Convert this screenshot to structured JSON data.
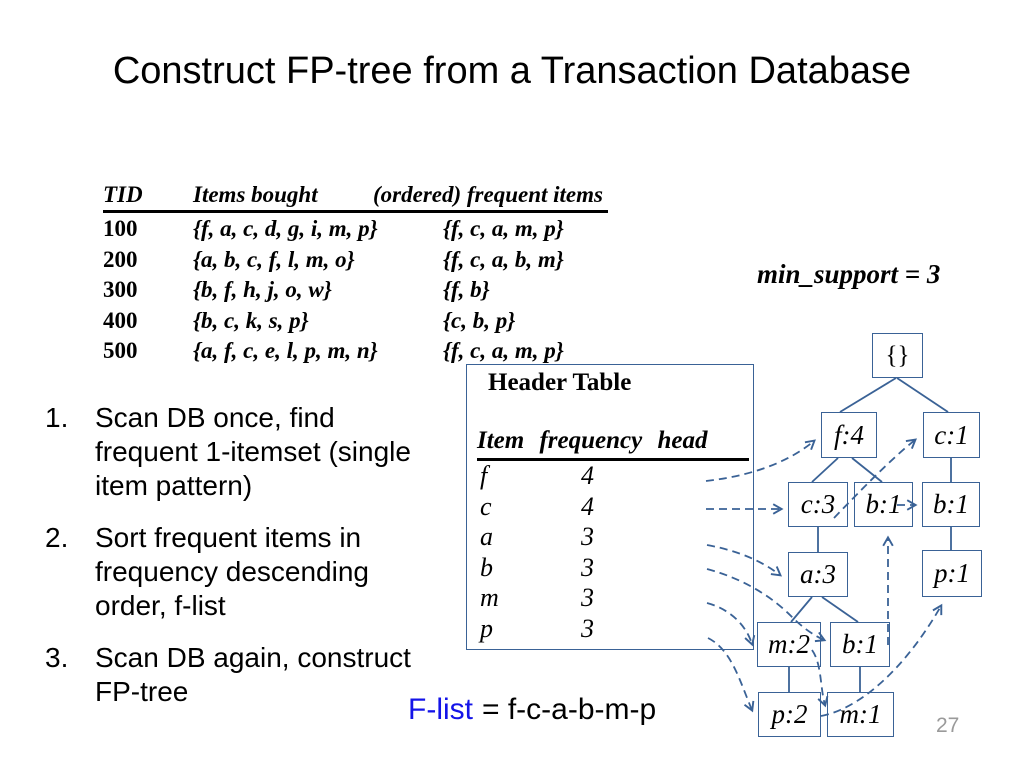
{
  "title": "Construct FP-tree from a Transaction Database",
  "transaction_table": {
    "col_tid": "TID",
    "col_items": "Items bought",
    "col_ordered": "(ordered) frequent items",
    "rows": [
      {
        "tid": "100",
        "items": "{f, a, c, d, g, i, m, p}",
        "ordered": "{f, c, a, m, p}"
      },
      {
        "tid": "200",
        "items": "{a, b, c, f, l, m, o}",
        "ordered": "{f, c, a, b, m}"
      },
      {
        "tid": "300",
        "items": "{b, f, h, j, o, w}",
        "ordered": "{f, b}"
      },
      {
        "tid": "400",
        "items": "{b, c, k, s, p}",
        "ordered": "{c, b, p}"
      },
      {
        "tid": "500",
        "items": "{a, f, c, e, l, p, m, n}",
        "ordered": "{f, c, a, m, p}"
      }
    ]
  },
  "min_support": "min_support = 3",
  "steps": [
    {
      "num": "1.",
      "text": "Scan DB once, find\nfrequent 1-itemset (single\nitem pattern)"
    },
    {
      "num": "2.",
      "text": "Sort frequent items in\nfrequency descending\norder, f-list"
    },
    {
      "num": "3.",
      "text": "Scan DB again, construct\nFP-tree"
    }
  ],
  "header_table": {
    "title": "Header Table",
    "columns_label": "Item frequency head",
    "rows": [
      {
        "item": "f",
        "frequency": "4"
      },
      {
        "item": "c",
        "frequency": "4"
      },
      {
        "item": "a",
        "frequency": "3"
      },
      {
        "item": "b",
        "frequency": "3"
      },
      {
        "item": "m",
        "frequency": "3"
      },
      {
        "item": "p",
        "frequency": "3"
      }
    ]
  },
  "tree": {
    "root_label": "{}",
    "nodes": [
      {
        "id": "root",
        "label": "{}"
      },
      {
        "id": "f4",
        "label": "f:4"
      },
      {
        "id": "c1",
        "label": "c:1"
      },
      {
        "id": "c3",
        "label": "c:3"
      },
      {
        "id": "b1-mid",
        "label": "b:1"
      },
      {
        "id": "b1-right",
        "label": "b:1"
      },
      {
        "id": "a3",
        "label": "a:3"
      },
      {
        "id": "p1",
        "label": "p:1"
      },
      {
        "id": "m2",
        "label": "m:2"
      },
      {
        "id": "b1-bottom",
        "label": "b:1"
      },
      {
        "id": "p2",
        "label": "p:2"
      },
      {
        "id": "m1",
        "label": "m:1"
      }
    ]
  },
  "flist": {
    "label": "F-list",
    "value": "= f-c-a-b-m-p"
  },
  "page_number": "27",
  "colors": {
    "tree_blue": "#3a6296",
    "flist_blue": "#1414e8",
    "page_number_gray": "#9a9a9a",
    "text_black": "#000000",
    "background": "#ffffff"
  }
}
